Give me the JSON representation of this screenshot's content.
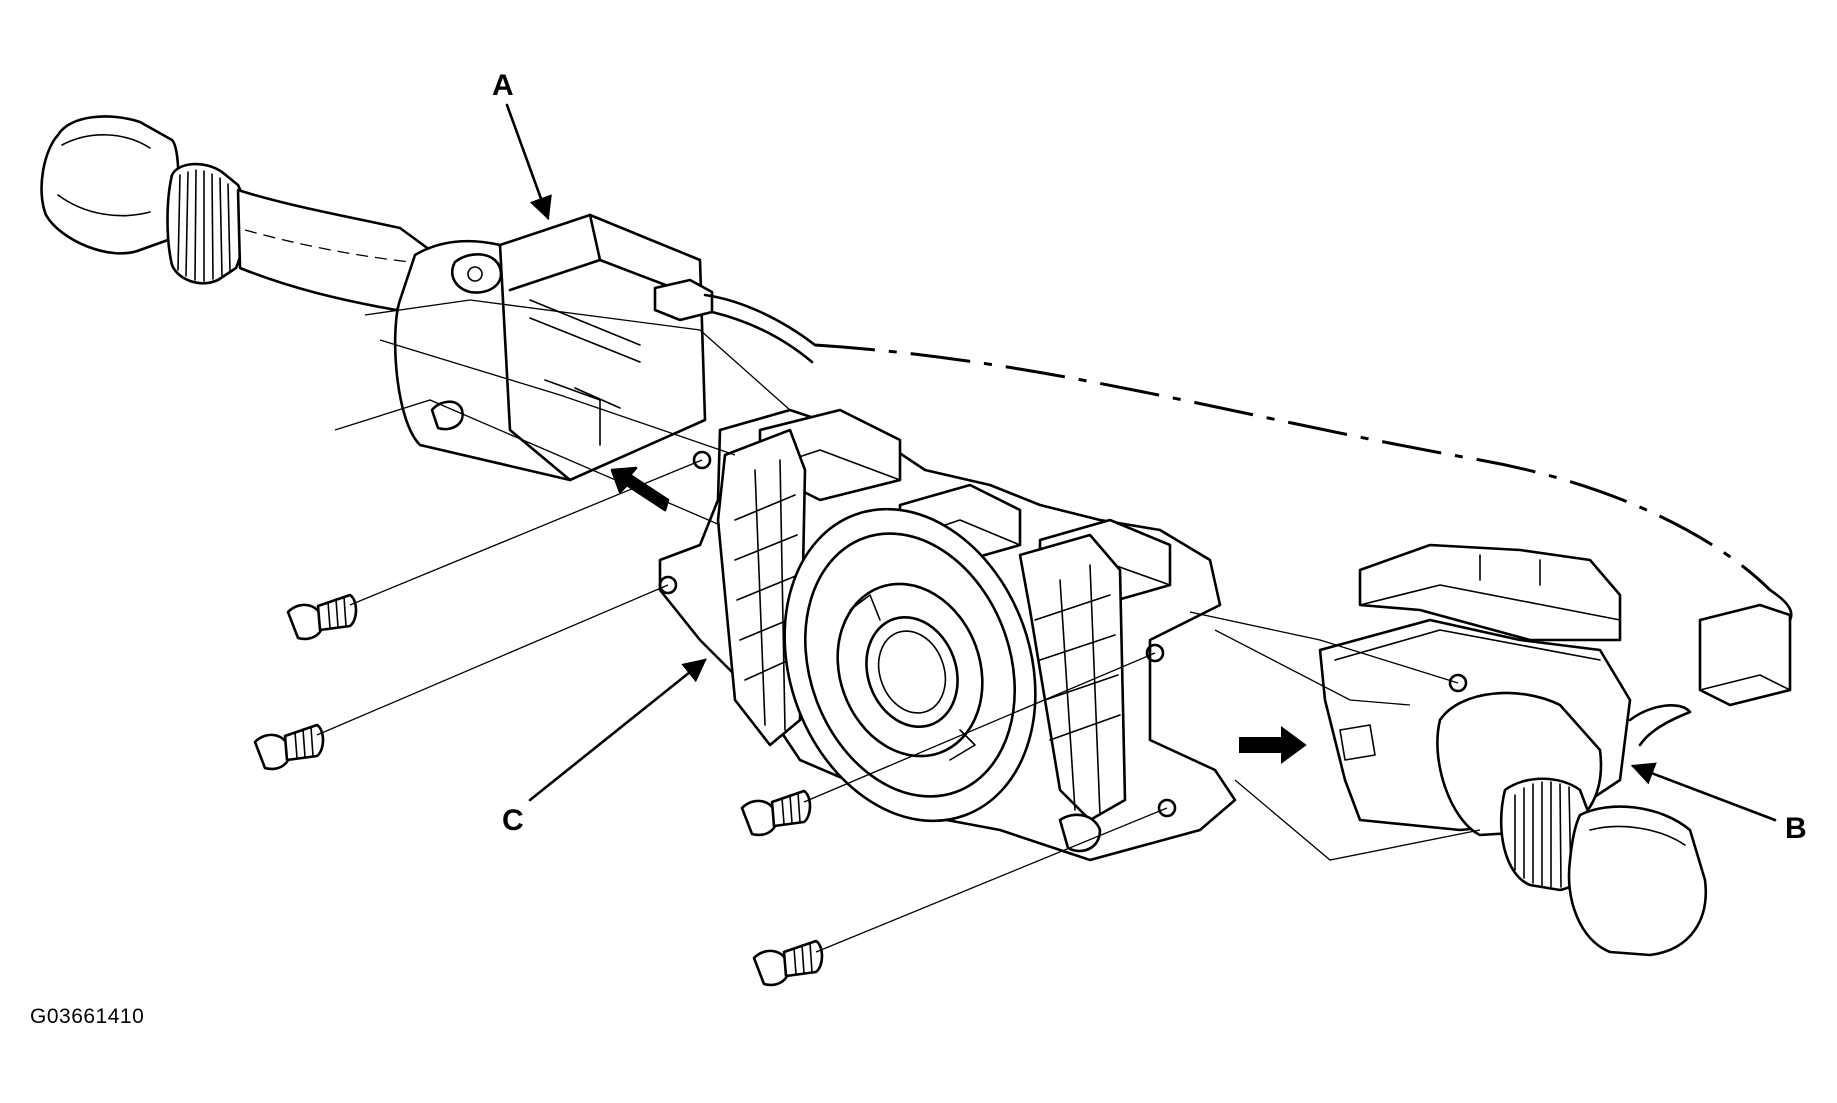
{
  "callouts": {
    "a": "A",
    "b": "B",
    "c": "C"
  },
  "figure_code": "G03661410"
}
